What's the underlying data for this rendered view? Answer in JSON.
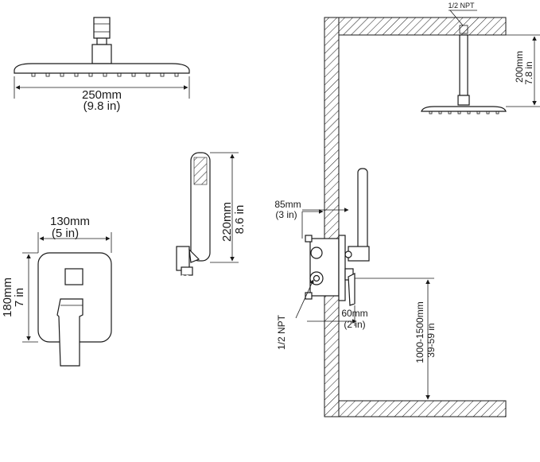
{
  "shower_head": {
    "width_mm": "250mm",
    "width_in": "(9.8  in)"
  },
  "valve_plate": {
    "width_mm": "130mm",
    "width_in": "(5 in)",
    "height_mm": "180mm",
    "height_in": "7 in"
  },
  "hand_shower": {
    "height_mm": "220mm",
    "height_in": "8.6 in"
  },
  "wall_install": {
    "top_thread": "1/2 NPT",
    "arm_mm": "200mm",
    "arm_in": "7.8 in",
    "depth_mm": "85mm",
    "depth_in": "(3 in)",
    "valve_thread": "1/2 NPT",
    "offset_mm": "60mm",
    "offset_in": "(2 in)",
    "floor_mm": "1000-1500mm",
    "floor_in": "39-59 in"
  }
}
